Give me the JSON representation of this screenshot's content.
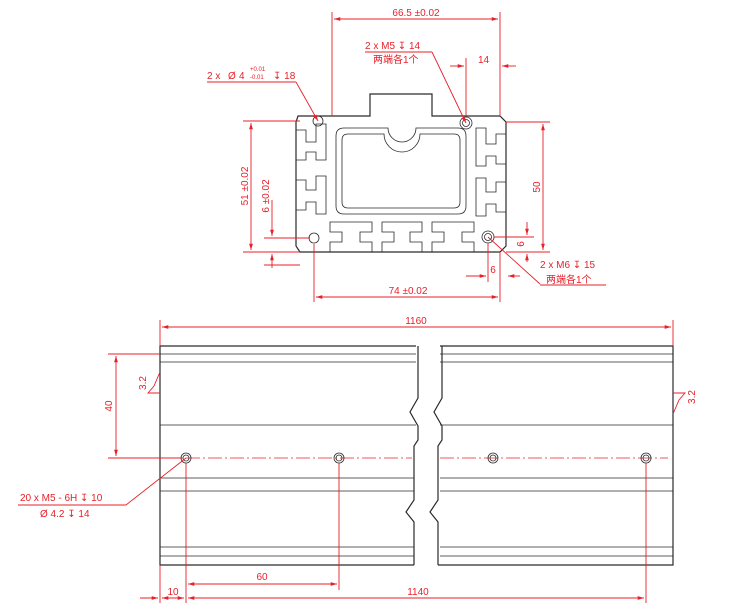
{
  "colors": {
    "part_outline": "#2a2a2a",
    "dimension": "#e8202a",
    "background": "#ffffff"
  },
  "section_view": {
    "dim_top_width": "66.5 ±0.02",
    "callout_m5": "2 x M5 ↧ 14",
    "callout_m5_note": "两端各1个",
    "dim_right_offset": "14",
    "callout_phi4_prefix": "2 x",
    "callout_phi4_symbol": "Ø",
    "callout_phi4_size": "4",
    "callout_phi4_tol_upper": "+0.01",
    "callout_phi4_tol_lower": "-0.01",
    "callout_phi4_depth": "↧ 18",
    "dim_height_left": "51 ±0.02",
    "dim_small_left": "6 ±0.02",
    "dim_height_right": "50",
    "dim_right_small": "6",
    "dim_bottom_small": "6",
    "callout_m6": "2 x M6 ↧ 15",
    "callout_m6_note": "两端各1个",
    "dim_bottom_width": "74 ±0.02"
  },
  "side_view": {
    "dim_total_length": "1160",
    "dim_height": "40",
    "roughness_left": "3.2",
    "roughness_right": "3.2",
    "callout_m5_holes": "20 x  M5 - 6H ↧ 10",
    "callout_m5_holes_sub": "Ø  4.2 ↧ 14",
    "dim_first_hole": "10",
    "dim_pitch": "60",
    "dim_span": "1140"
  }
}
